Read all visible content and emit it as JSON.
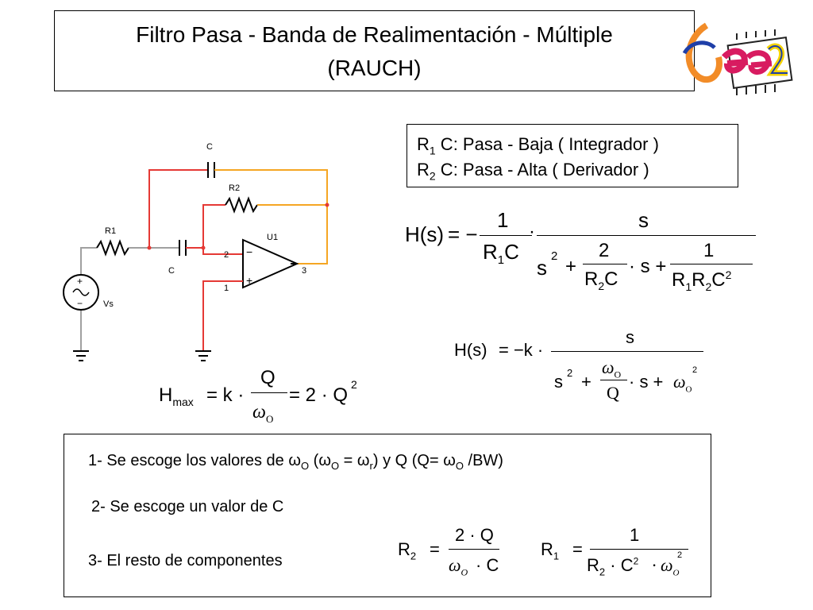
{
  "title": {
    "line1": "Filtro Pasa - Banda de Realimentación - Múltiple",
    "line2": "(RAUCH)"
  },
  "legend": {
    "line1": {
      "R": "R",
      "sub": "1",
      "text": " C: Pasa - Baja ( Integrador )"
    },
    "line2": {
      "R": "R",
      "sub": "2",
      "text": " C: Pasa - Alta  ( Derivador )"
    }
  },
  "circuit": {
    "c_top": "C",
    "r2": "R2",
    "r1": "R1",
    "u1": "U1",
    "c_mid": "C",
    "pin2": "2",
    "pin1": "1",
    "pin3": "3",
    "vs": "Vs",
    "minus": "−",
    "plus": "+"
  },
  "eq1": {
    "lhs": "H(s)",
    "eq": "= −",
    "num1": "1",
    "den1": "R",
    "den1_sub": "1",
    "den1_c": "C",
    "dot": "·",
    "num2": "s",
    "s2": "s",
    "exp2": "2",
    "plus": "+",
    "frac_two": "2",
    "r2c": "R",
    "r2c_sub": "2",
    "r2c_c": "C",
    "s_term": "· s +",
    "one": "1",
    "r1r2": "R",
    "r1r2_sub1": "1",
    "r1r2_r": "R",
    "r1r2_sub2": "2",
    "r1r2_c": "C",
    "r1r2_exp": "2"
  },
  "eq2": {
    "lhs": "H(s)",
    "rhs": "= −k ·",
    "num": "s",
    "s2": "s",
    "exp": "2",
    "plus": "+",
    "w": "ω",
    "w_sub": "O",
    "q": "Q",
    "s_term": "· s +",
    "w2": "ω",
    "w2_sub": "O",
    "w2_exp": "2"
  },
  "eq3": {
    "h": "H",
    "h_sub": "max",
    "mid": "= k ·",
    "q": "Q",
    "w": "ω",
    "w_sub": "O",
    "rhs": "= 2 · Q",
    "rhs_exp": "2"
  },
  "steps": {
    "s1_a": "1- Se escoge los valores de ",
    "s1_w1": "ω",
    "s1_o1": "O",
    "s1_b": " (",
    "s1_w2": "ω",
    "s1_o2": "O",
    "s1_c": " = ",
    "s1_w3": "ω",
    "s1_r": "r",
    "s1_d": ") y Q (Q= ",
    "s1_w4": "ω",
    "s1_o4": "O",
    "s1_e": " /BW)",
    "s2": "2- Se escoge un valor de C",
    "s3": "3- El resto de componentes"
  },
  "eq4": {
    "r": "R",
    "r_sub": "2",
    "eq": "=",
    "num": "2 · Q",
    "w": "ω",
    "w_sub": "O",
    "den_c": "· C"
  },
  "eq5": {
    "r": "R",
    "r_sub": "1",
    "eq": "=",
    "num": "1",
    "r2": "R",
    "r2_sub": "2",
    "c": "· C",
    "c_exp": "2",
    "w": "· ω",
    "w_sub": "O",
    "w_exp": "2"
  },
  "colors": {
    "wire_red": "#e53935",
    "wire_orange": "#f5a623",
    "wire_gray": "#a0a0a0",
    "logo_orange": "#f28c28",
    "logo_magenta": "#d81b60",
    "logo_blue": "#1f3fa8",
    "logo_yellow": "#f5d300"
  },
  "logo": {
    "name": "dee-logo"
  }
}
